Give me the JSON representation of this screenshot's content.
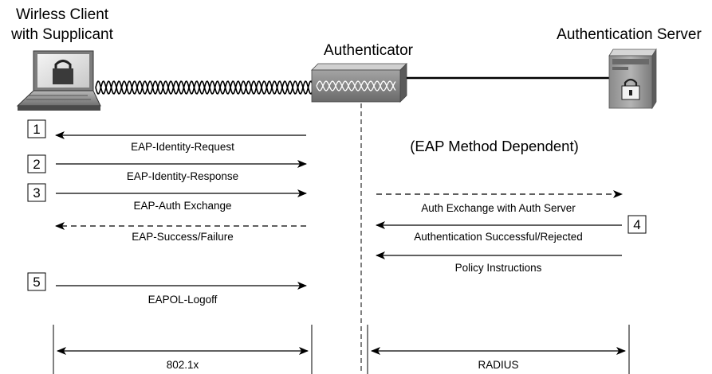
{
  "entities": {
    "client_line1": "Wirless Client",
    "client_line2": "with Supplicant",
    "authenticator": "Authenticator",
    "server": "Authentication Server"
  },
  "note": "(EAP Method Dependent)",
  "steps": [
    "1",
    "2",
    "3",
    "4",
    "5"
  ],
  "messages": [
    {
      "label": "EAP-Identity-Request",
      "direction": "to-client",
      "style": "solid"
    },
    {
      "label": "EAP-Identity-Response",
      "direction": "to-authenticator",
      "style": "solid"
    },
    {
      "label": "EAP-Auth Exchange",
      "direction": "to-authenticator",
      "style": "solid"
    },
    {
      "label": "EAP-Success/Failure",
      "direction": "to-client",
      "style": "dashed"
    },
    {
      "label": "EAPOL-Logoff",
      "direction": "to-authenticator",
      "style": "solid"
    },
    {
      "label": "Auth Exchange with Auth Server",
      "direction": "to-server",
      "style": "dashed"
    },
    {
      "label": "Authentication Successful/Rejected",
      "direction": "to-authenticator",
      "style": "solid"
    },
    {
      "label": "Policy Instructions",
      "direction": "to-authenticator",
      "style": "solid"
    }
  ],
  "protocols": {
    "left": "802.1x",
    "right": "RADIUS"
  },
  "icons": [
    "laptop-icon",
    "padlock-icon",
    "switch-icon",
    "server-icon"
  ]
}
